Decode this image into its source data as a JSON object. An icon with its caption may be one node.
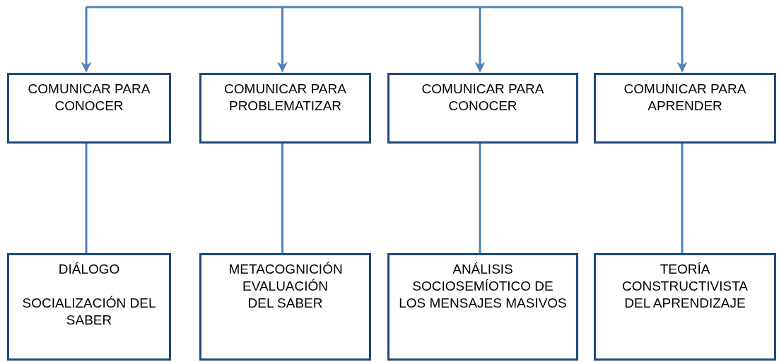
{
  "diagram": {
    "nodes": [
      {
        "text": [
          "COMUNICAR PARA CONOCER"
        ]
      },
      {
        "text": [
          "COMUNICAR PARA PROBLEMATIZAR"
        ]
      },
      {
        "text": [
          "COMUNICAR PARA CONOCER"
        ]
      },
      {
        "text": [
          "COMUNICAR PARA APRENDER"
        ]
      },
      {
        "text": [
          "DIÁLOGO",
          "SOCIALIZACIÓN DEL SABER"
        ]
      },
      {
        "text": [
          "METACOGNICIÓN EVALUACIÓN DEL SABER"
        ]
      },
      {
        "text": [
          "ANÁLISIS SOCIOSEMÍOTICO DE LOS MENSAJES MASIVOS"
        ]
      },
      {
        "text": [
          "TEORÍA CONSTRUCTIVISTA DEL APRENDIZAJE"
        ]
      }
    ],
    "edges": [
      {
        "from": null,
        "to": 0,
        "arrow": "to"
      },
      {
        "from": null,
        "to": 1,
        "arrow": "to"
      },
      {
        "from": null,
        "to": 2,
        "arrow": "to"
      },
      {
        "from": null,
        "to": 3,
        "arrow": "to"
      },
      {
        "from": 0,
        "to": 4,
        "arrow": "none"
      },
      {
        "from": 1,
        "to": 5,
        "arrow": "none"
      },
      {
        "from": 2,
        "to": 6,
        "arrow": "none"
      },
      {
        "from": 3,
        "to": 7,
        "arrow": "none"
      }
    ]
  }
}
